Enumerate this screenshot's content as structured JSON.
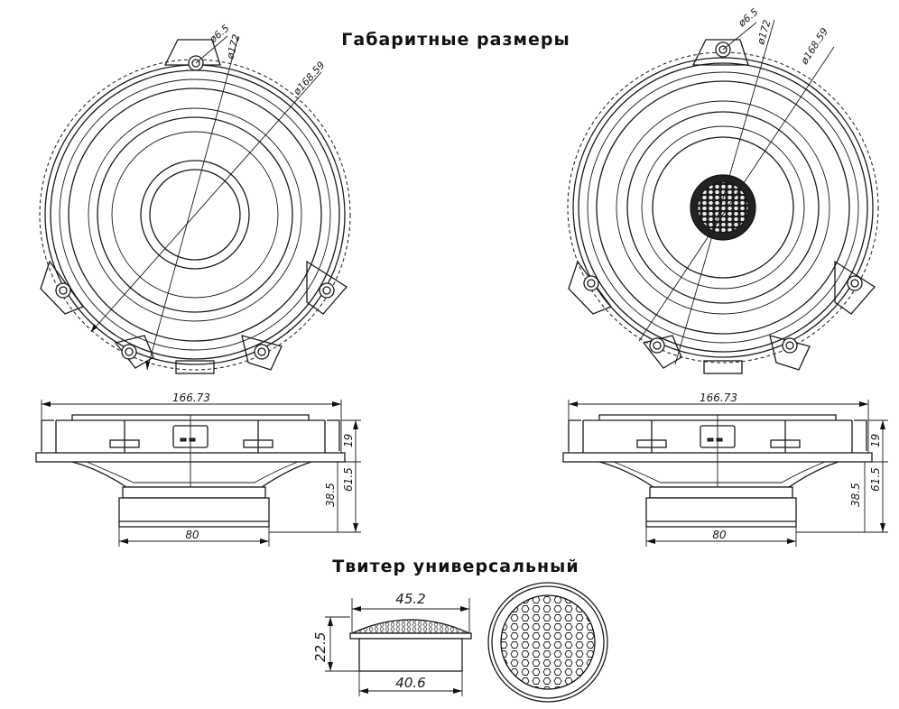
{
  "headings": {
    "overall_dimensions": "Габаритные размеры",
    "tweeter_universal": "Твитер универсальный"
  },
  "front_view_left": {
    "hole": "ø6.5",
    "outer": "ø172",
    "inner": "ø168.59"
  },
  "front_view_right": {
    "hole": "ø6.5",
    "outer": "ø172",
    "inner": "ø168.59"
  },
  "side_view_left": {
    "width": "166.73",
    "height_flange": "19",
    "height_total": "61.5",
    "depth_magnet": "38.5",
    "magnet_width": "80"
  },
  "side_view_right": {
    "width": "166.73",
    "height_flange": "19",
    "height_total": "61.5",
    "depth_magnet": "38.5",
    "magnet_width": "80"
  },
  "tweeter": {
    "top_width": "45.2",
    "height": "22.5",
    "bottom_width": "40.6"
  }
}
